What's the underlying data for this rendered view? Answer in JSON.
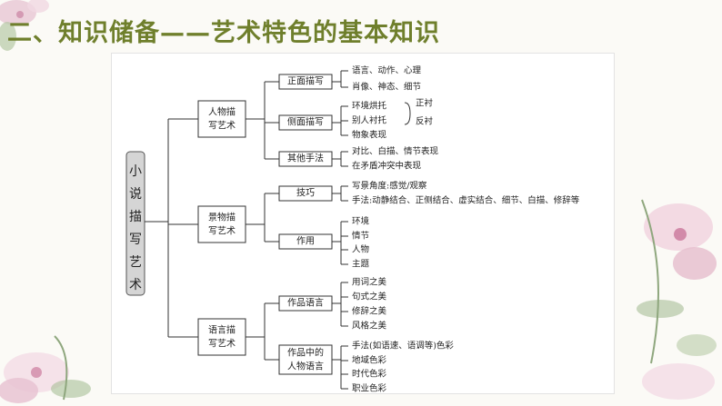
{
  "title": "二、知识储备——艺术特色的基本知识",
  "root": "小说描写艺术",
  "branches": [
    {
      "label_lines": [
        "人物描",
        "写艺术"
      ],
      "subs": [
        {
          "label_lines": [
            "正面描写"
          ],
          "leaves": [
            "语言、动作、心理",
            "肖像、神态、细节"
          ],
          "extras": []
        },
        {
          "label_lines": [
            "侧面描写"
          ],
          "leaves": [
            "环境烘托",
            "别人衬托",
            "物象表现"
          ],
          "extras": [
            "正衬",
            "反衬"
          ]
        },
        {
          "label_lines": [
            "其他手法"
          ],
          "leaves": [
            "对比、白描、情节表现",
            "在矛盾冲突中表现"
          ],
          "extras": []
        }
      ]
    },
    {
      "label_lines": [
        "景物描",
        "写艺术"
      ],
      "subs": [
        {
          "label_lines": [
            "技巧"
          ],
          "leaves": [
            "写景角度:感觉/观察",
            "手法:动静结合、正侧结合、虚实结合、细节、白描、修辞等"
          ],
          "extras": []
        },
        {
          "label_lines": [
            "作用"
          ],
          "leaves": [
            "环境",
            "情节",
            "人物",
            "主题"
          ],
          "extras": []
        }
      ]
    },
    {
      "label_lines": [
        "语言描",
        "写艺术"
      ],
      "subs": [
        {
          "label_lines": [
            "作品语言"
          ],
          "leaves": [
            "用词之美",
            "句式之美",
            "修辞之美",
            "风格之美"
          ],
          "extras": []
        },
        {
          "label_lines": [
            "作品中的",
            "人物语言"
          ],
          "leaves": [
            "手法(如语速、语调等)色彩",
            "地域色彩",
            "时代色彩",
            "职业色彩"
          ],
          "extras": []
        }
      ]
    }
  ]
}
